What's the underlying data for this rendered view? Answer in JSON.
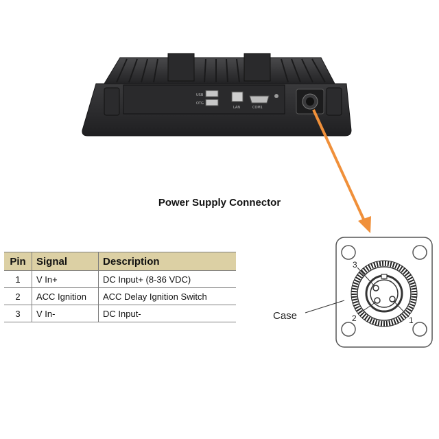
{
  "diagram": {
    "title": "Power Supply Connector",
    "device_labels": {
      "usb": "USB",
      "otg": "OTG",
      "lan": "LAN",
      "com": "COM1"
    },
    "table": {
      "headers": [
        "Pin",
        "Signal",
        "Description"
      ],
      "rows": [
        [
          "1",
          "V In+",
          "DC Input+ (8-36 VDC)"
        ],
        [
          "2",
          "ACC Ignition",
          "ACC Delay Ignition Switch"
        ],
        [
          "3",
          "V In-",
          "DC Input-"
        ]
      ]
    },
    "connector": {
      "case_label": "Case",
      "pin_labels": [
        "1",
        "2",
        "3"
      ]
    },
    "colors": {
      "header_bg": "#dcd0a4",
      "arrow": "#f0903a",
      "device_body": "#2e2e30"
    }
  }
}
